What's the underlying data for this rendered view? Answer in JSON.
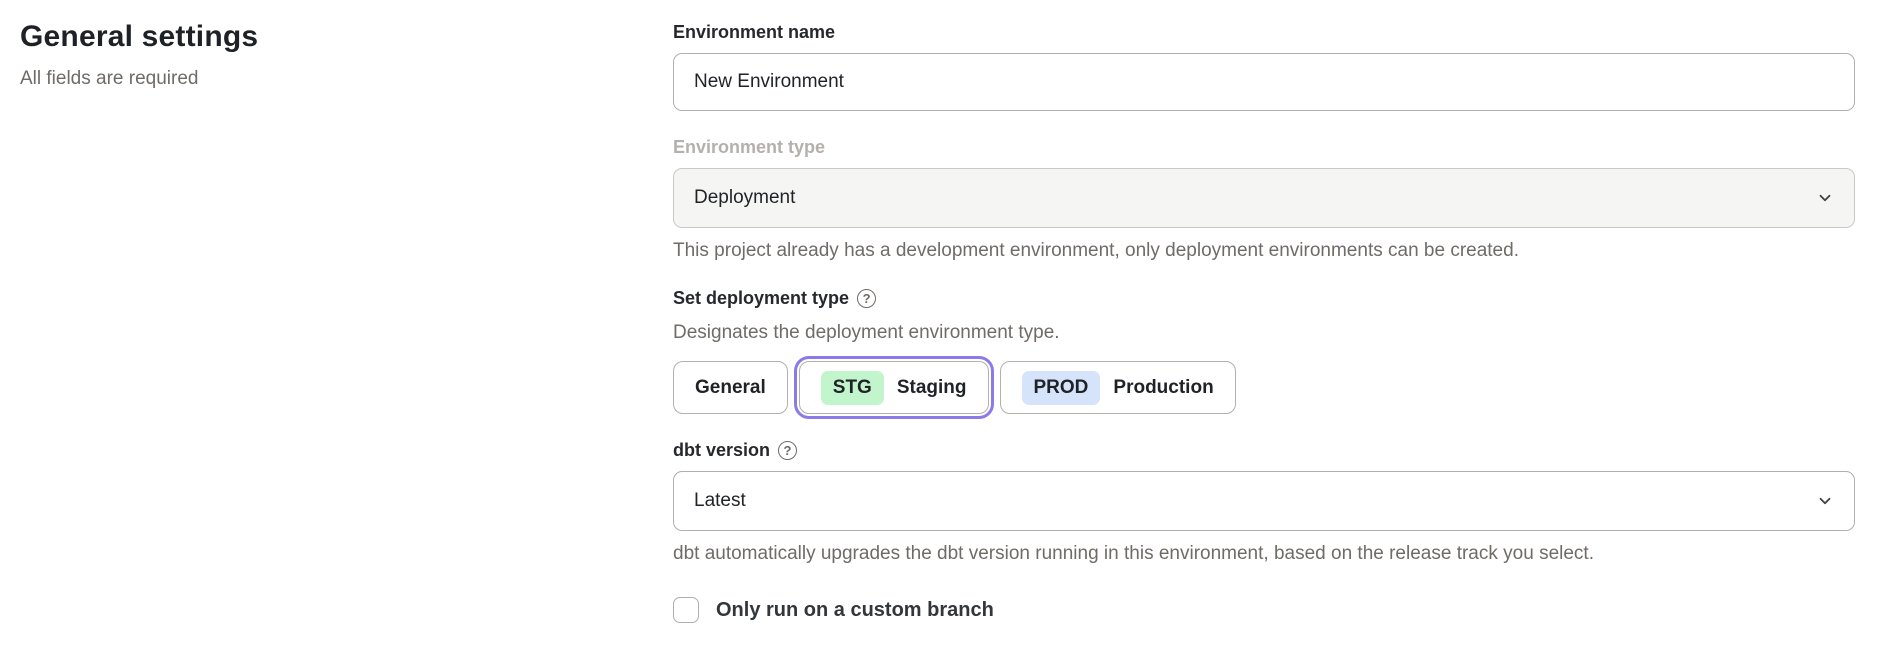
{
  "page": {
    "heading": "General settings",
    "subheading": "All fields are required"
  },
  "form": {
    "environment_name": {
      "label": "Environment name",
      "value": "New Environment"
    },
    "environment_type": {
      "label": "Environment type",
      "value": "Deployment",
      "disabled": true,
      "helper": "This project already has a development environment, only deployment environments can be created."
    },
    "deployment_type": {
      "label": "Set deployment type",
      "help_icon": "?",
      "description": "Designates the deployment environment type.",
      "options": [
        {
          "label": "General",
          "badge": "",
          "selected": false
        },
        {
          "label": "Staging",
          "badge": "STG",
          "badge_color": "#c2f5cb",
          "selected": true
        },
        {
          "label": "Production",
          "badge": "PROD",
          "badge_color": "#d6e4fb",
          "selected": false
        }
      ]
    },
    "dbt_version": {
      "label": "dbt version",
      "help_icon": "?",
      "value": "Latest",
      "helper": "dbt automatically upgrades the dbt version running in this environment, based on the release track you select."
    },
    "custom_branch": {
      "label": "Only run on a custom branch",
      "checked": false
    }
  },
  "colors": {
    "selected_ring": "#8d7ae9",
    "staging_badge_bg": "#c2f5cb",
    "production_badge_bg": "#d6e4fb",
    "disabled_field_bg": "#f5f5f3",
    "muted_text": "#6f6b67"
  }
}
